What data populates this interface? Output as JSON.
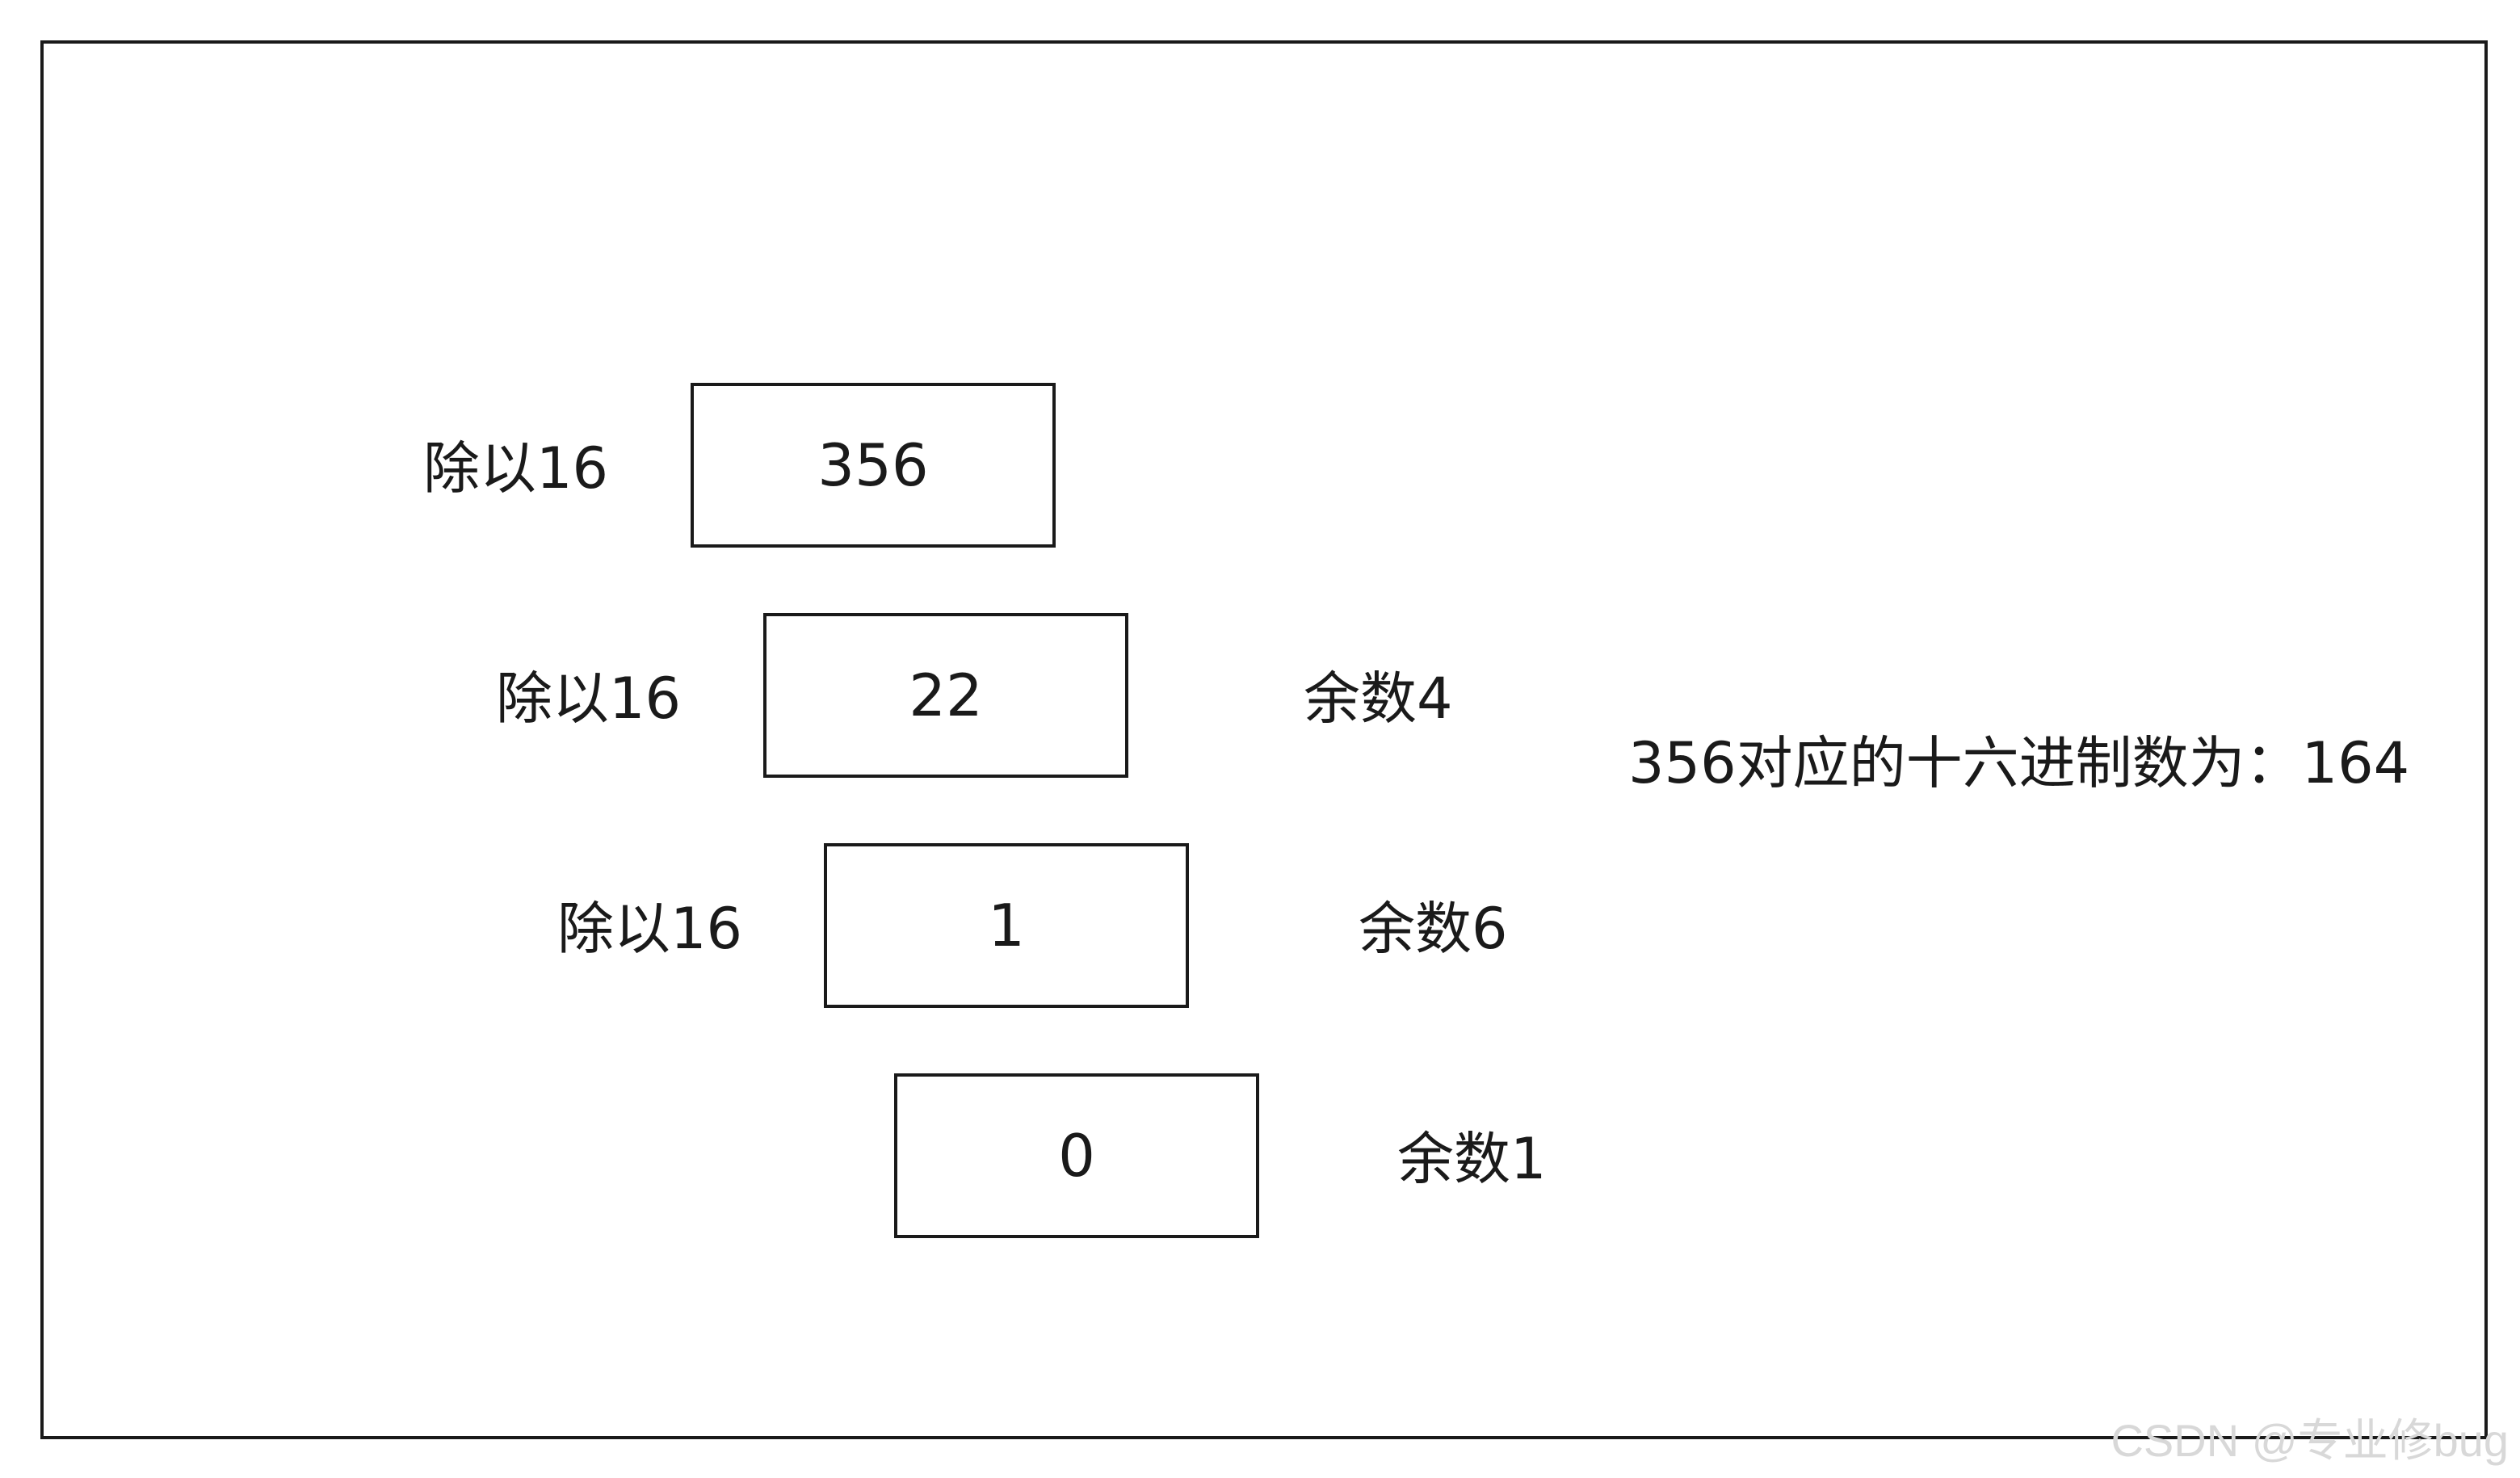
{
  "steps": [
    {
      "divide_label": "除以16",
      "value": "356",
      "remainder_label": ""
    },
    {
      "divide_label": "除以16",
      "value": "22",
      "remainder_label": "余数4"
    },
    {
      "divide_label": "除以16",
      "value": "1",
      "remainder_label": "余数6"
    },
    {
      "divide_label": "",
      "value": "0",
      "remainder_label": "余数1"
    }
  ],
  "result": "356对应的十六进制数为：164",
  "watermark": "CSDN @专业修bug"
}
